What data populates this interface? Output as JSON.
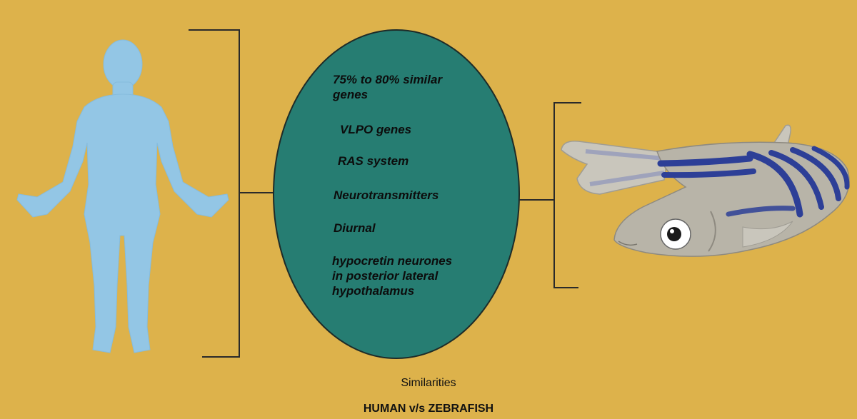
{
  "similarities": [
    "75% to 80% similar genes",
    "VLPO genes",
    "RAS system",
    "Neurotransmitters",
    "Diurnal",
    "hypocretin neurones in posterior lateral hypothalamus"
  ],
  "caption": "Similarities",
  "subtitle": "HUMAN v/s ZEBRAFISH",
  "colors": {
    "background": "#DDB24B",
    "ellipse": "#267D72",
    "human": "#93C6E5",
    "fish_body": "#B8B4A8",
    "fish_stripe": "#2D3F97"
  }
}
